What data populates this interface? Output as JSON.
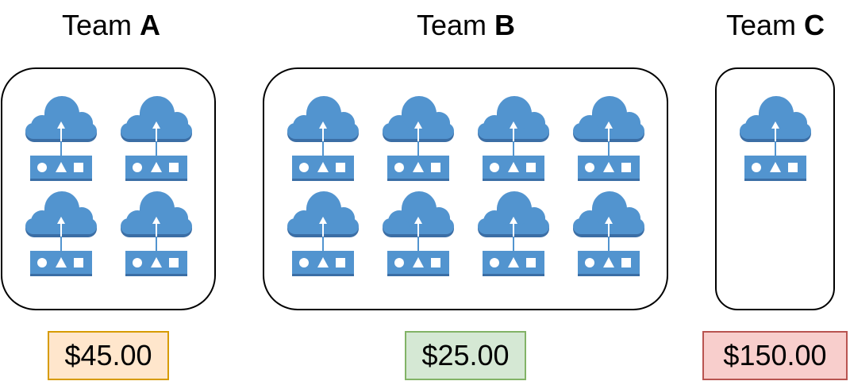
{
  "teams": [
    {
      "name_prefix": "Team ",
      "name_letter": "A",
      "instance_count": 4,
      "icon": "cloud-upload-icon",
      "cost": "$45.00",
      "cost_fill": "#ffe6cc",
      "cost_border": "#d79b00"
    },
    {
      "name_prefix": "Team ",
      "name_letter": "B",
      "instance_count": 8,
      "icon": "cloud-upload-icon",
      "cost": "$25.00",
      "cost_fill": "#d5e8d4",
      "cost_border": "#82b366"
    },
    {
      "name_prefix": "Team ",
      "name_letter": "C",
      "instance_count": 1,
      "icon": "cloud-upload-icon",
      "cost": "$150.00",
      "cost_fill": "#f8cecc",
      "cost_border": "#b85450"
    }
  ],
  "colors": {
    "icon_primary": "#5294cf",
    "icon_dark": "#3b6ea5",
    "box_border": "#000000"
  }
}
